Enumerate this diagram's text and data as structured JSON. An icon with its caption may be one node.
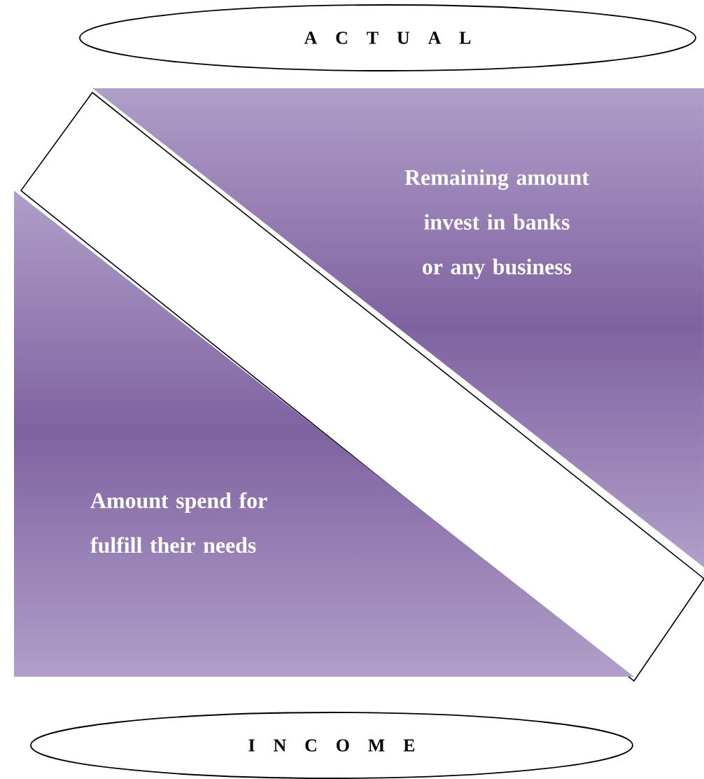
{
  "diagram": {
    "nodes": [
      {
        "text": [
          "A C T U A L"
        ]
      },
      {
        "text": [
          "Remaining amount invest in banks or any business"
        ]
      },
      {
        "text": [],
        "shape": "bar"
      },
      {
        "text": [
          "Amount spend for fulfill their needs"
        ]
      },
      {
        "text": [
          "I N C O M E"
        ]
      }
    ],
    "edges": []
  }
}
